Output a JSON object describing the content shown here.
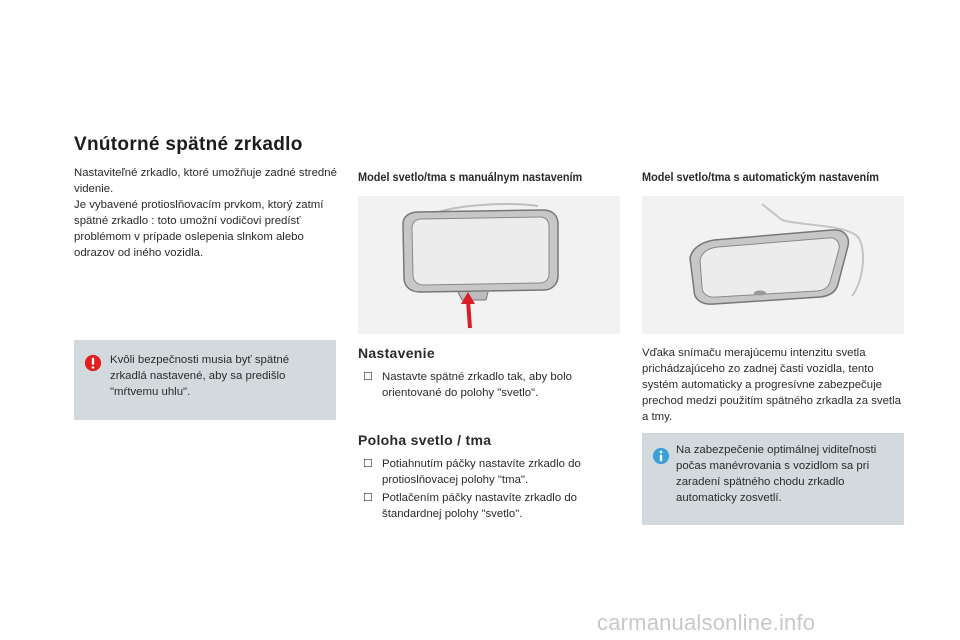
{
  "title": "Vnútorné spätné zrkadlo",
  "intro": {
    "line1": "Nastaviteľné zrkadlo, ktoré umožňuje zadné stredné videnie.",
    "line2": "Je vybavené protioslňovacím prvkom, ktorý zatmí spätné zrkadlo : toto umožní vodičovi predísť problémom v prípade oslepenia slnkom alebo odrazov od iného vozidla."
  },
  "warning_box": {
    "icon": "exclamation-icon",
    "color": "#e02020",
    "text": "Kvôli bezpečnosti musia byť spätné zrkadlá nastavené, aby sa predišlo \"mŕtvemu uhlu\"."
  },
  "manual": {
    "heading": "Model svetlo/tma s manuálnym nastavením",
    "sections": [
      {
        "title": "Nastavenie",
        "items": [
          "Nastavte spätné zrkadlo tak, aby bolo orientované do polohy \"svetlo\"."
        ]
      },
      {
        "title": "Poloha svetlo / tma",
        "items": [
          "Potiahnutím páčky nastavíte zrkadlo do protioslňovacej polohy \"tma\".",
          "Potlačením páčky nastavíte zrkadlo do štandardnej polohy \"svetlo\"."
        ]
      }
    ],
    "bullet_glyph": ""
  },
  "automatic": {
    "heading": "Model svetlo/tma s automatickým nastavením",
    "text": "Vďaka snímaču merajúcemu intenzitu svetla prichádzajúceho zo zadnej časti vozidla, tento systém automaticky a progresívne zabezpečuje prechod medzi použitím spätného zrkadla za svetla a tmy."
  },
  "info_box": {
    "icon": "info-icon",
    "color": "#3aa0d8",
    "text": "Na zabezpečenie optimálnej viditeľnosti počas manévrovania s vozidlom sa pri zaradení spätného chodu zrkadlo automaticky zosvetlí."
  },
  "watermark": "carmanualsonline.info",
  "colors": {
    "box_background": "#d3dadd",
    "arrow_red": "#d81f26"
  }
}
